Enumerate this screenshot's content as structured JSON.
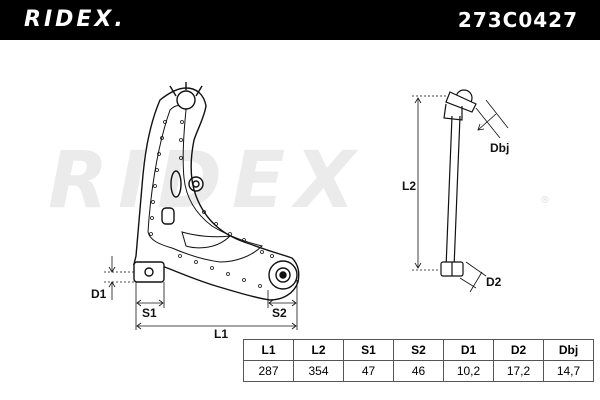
{
  "header": {
    "brand": "RIDEX.",
    "part_number": "273C0427"
  },
  "watermark": {
    "text": "RIDEX",
    "mark": "®"
  },
  "labels": {
    "d1": "D1",
    "s1": "S1",
    "l1": "L1",
    "s2": "S2",
    "l2": "L2",
    "dbj": "Dbj",
    "d2": "D2"
  },
  "table": {
    "headers": [
      "L1",
      "L2",
      "S1",
      "S2",
      "D1",
      "D2",
      "Dbj"
    ],
    "values": [
      "287",
      "354",
      "47",
      "46",
      "10,2",
      "17,2",
      "14,7"
    ]
  },
  "colors": {
    "header_bg": "#000000",
    "header_text": "#ffffff",
    "line": "#111111",
    "watermark": "#ebebeb"
  }
}
